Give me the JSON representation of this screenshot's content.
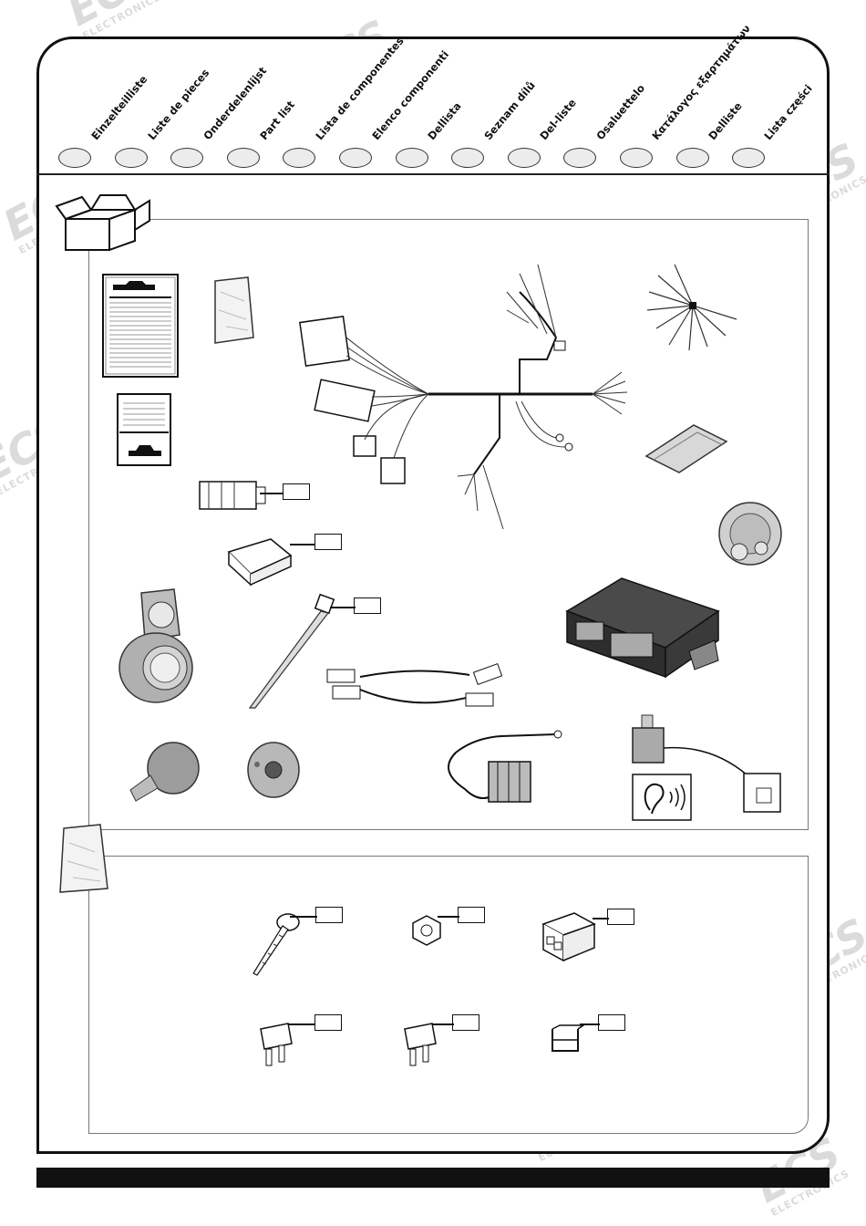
{
  "languages": [
    "Einzelteilliste",
    "Liste de pieces",
    "Onderdelenlijst",
    "Part list",
    "Lista de componentes",
    "Elenco componenti",
    "Dellista",
    "Seznam dílů",
    "Del-liste",
    "Osaluettelo",
    "Κατάλογος εξαρτημάτων",
    "Delliste",
    "Lista części"
  ],
  "watermark": {
    "logo": "ECS",
    "sub": "ELECTRONICS"
  },
  "colors": {
    "frame": "#111111",
    "oval_fill": "#ececec",
    "panel_border": "#777777",
    "bottom_bar": "#111111"
  },
  "icons": {
    "box": "open-box-icon",
    "bag": "plastic-bag-icon"
  }
}
